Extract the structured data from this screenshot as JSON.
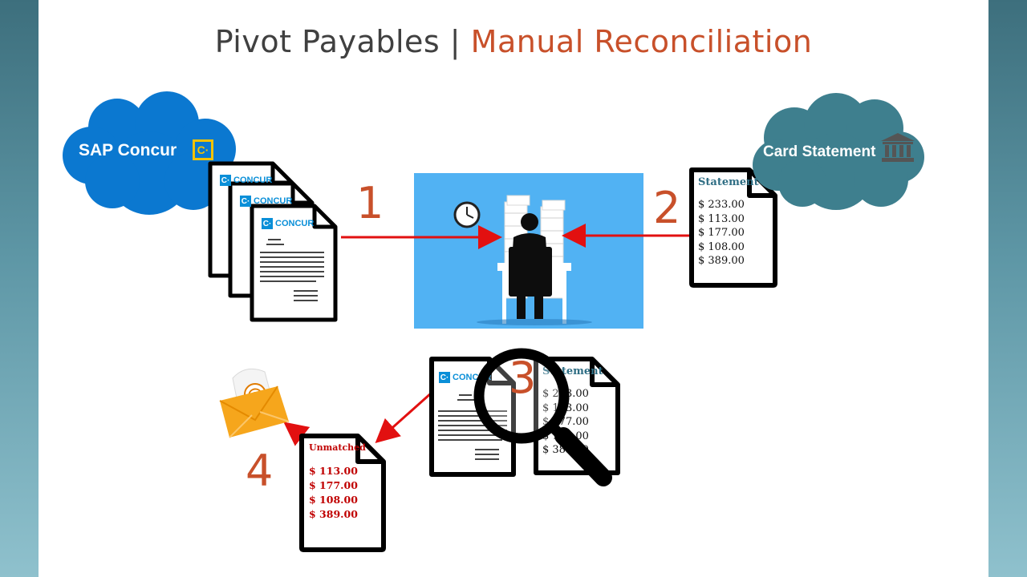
{
  "title": {
    "part1": "Pivot Payables |",
    "part2": "Manual Reconciliation"
  },
  "colors": {
    "accent": "#c8502a",
    "arrow": "#e21010",
    "concur_blue": "#0a8fd8",
    "card_cloud": "#3e7f8e",
    "scene_blue": "#51b2f3"
  },
  "concur_cloud": {
    "label": "SAP Concur",
    "logo_glyph": "C·"
  },
  "concur_doc": {
    "brand": "CONCUR",
    "brand_glyph": "C·"
  },
  "card_cloud": {
    "label": "Card Statement",
    "icon": "bank-icon"
  },
  "statement": {
    "header": "Statement",
    "amounts": [
      "$ 233.00",
      "$ 113.00",
      "$ 177.00",
      "$ 108.00",
      "$ 389.00"
    ]
  },
  "comparison_statement": {
    "header": "Statement",
    "amounts": [
      "$ 233.00",
      "$ 113.00",
      "$ 177.00",
      "$ 108.00",
      "$ 389.00"
    ]
  },
  "unmatched": {
    "header": "Unmatched",
    "amounts": [
      "$ 113.00",
      "$ 177.00",
      "$ 108.00",
      "$ 389.00"
    ]
  },
  "steps": [
    "1",
    "2",
    "3",
    "4"
  ],
  "icons": [
    "clock-icon",
    "magnifier-icon",
    "email-icon",
    "worker-icon"
  ]
}
